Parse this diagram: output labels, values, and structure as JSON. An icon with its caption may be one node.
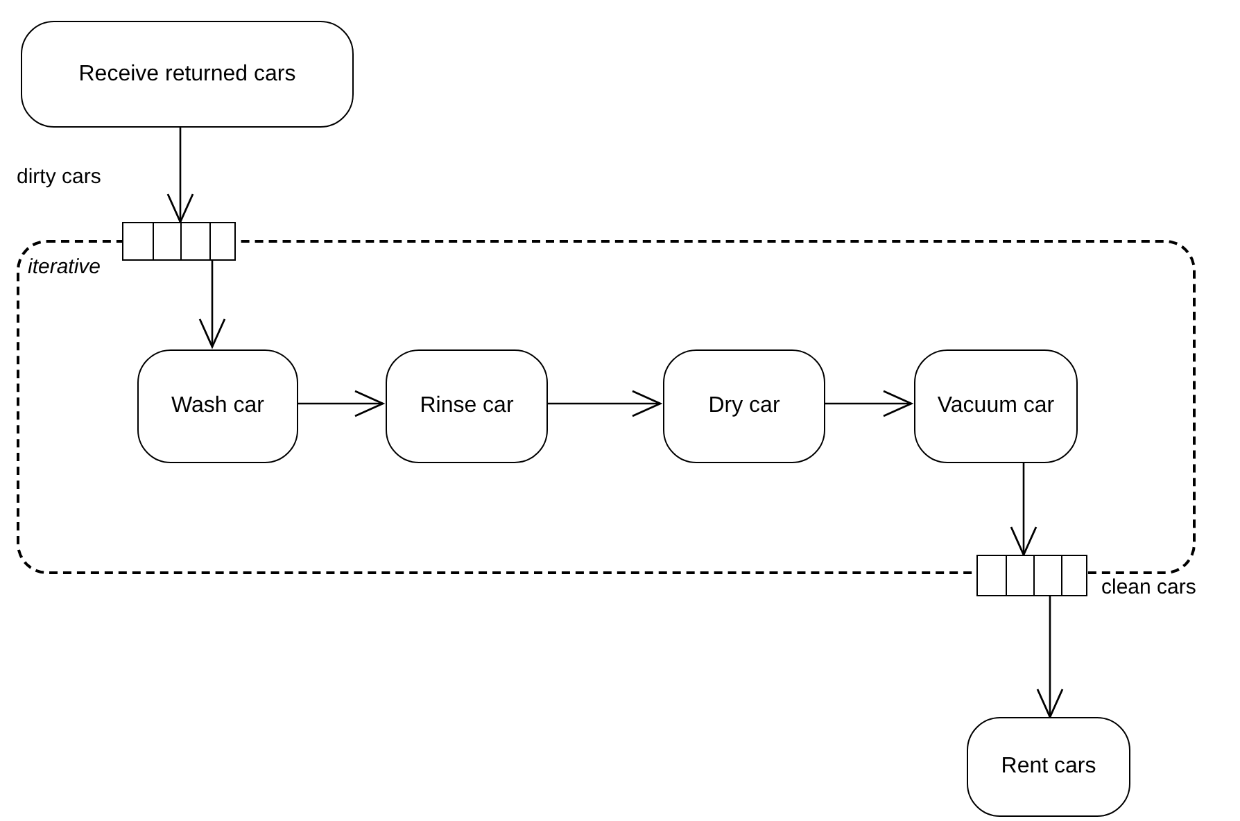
{
  "diagram": {
    "nodes": [
      {
        "text": [
          "Receive returned cars"
        ]
      },
      {
        "text": [
          "iterative"
        ]
      },
      {
        "text": [],
        "shape": "box",
        "beside": [
          "dirty cars"
        ]
      },
      {
        "text": [
          "Wash car"
        ],
        "in": 1
      },
      {
        "text": [
          "Rinse car"
        ],
        "in": 1
      },
      {
        "text": [
          "Dry car"
        ],
        "in": 1
      },
      {
        "text": [
          "Vacuum car"
        ],
        "in": 1
      },
      {
        "text": [],
        "shape": "box",
        "beside": [
          "clean cars"
        ]
      },
      {
        "text": [
          "Rent cars"
        ]
      }
    ],
    "edges": [
      {
        "from": 0,
        "to": 2,
        "arrow": "to"
      },
      {
        "from": 2,
        "to": 3,
        "arrow": "to"
      },
      {
        "from": 3,
        "to": 4,
        "arrow": "to"
      },
      {
        "from": 4,
        "to": 5,
        "arrow": "to"
      },
      {
        "from": 5,
        "to": 6,
        "arrow": "to"
      },
      {
        "from": 6,
        "to": 7,
        "arrow": "to"
      },
      {
        "from": 7,
        "to": 8,
        "arrow": "to"
      }
    ]
  }
}
